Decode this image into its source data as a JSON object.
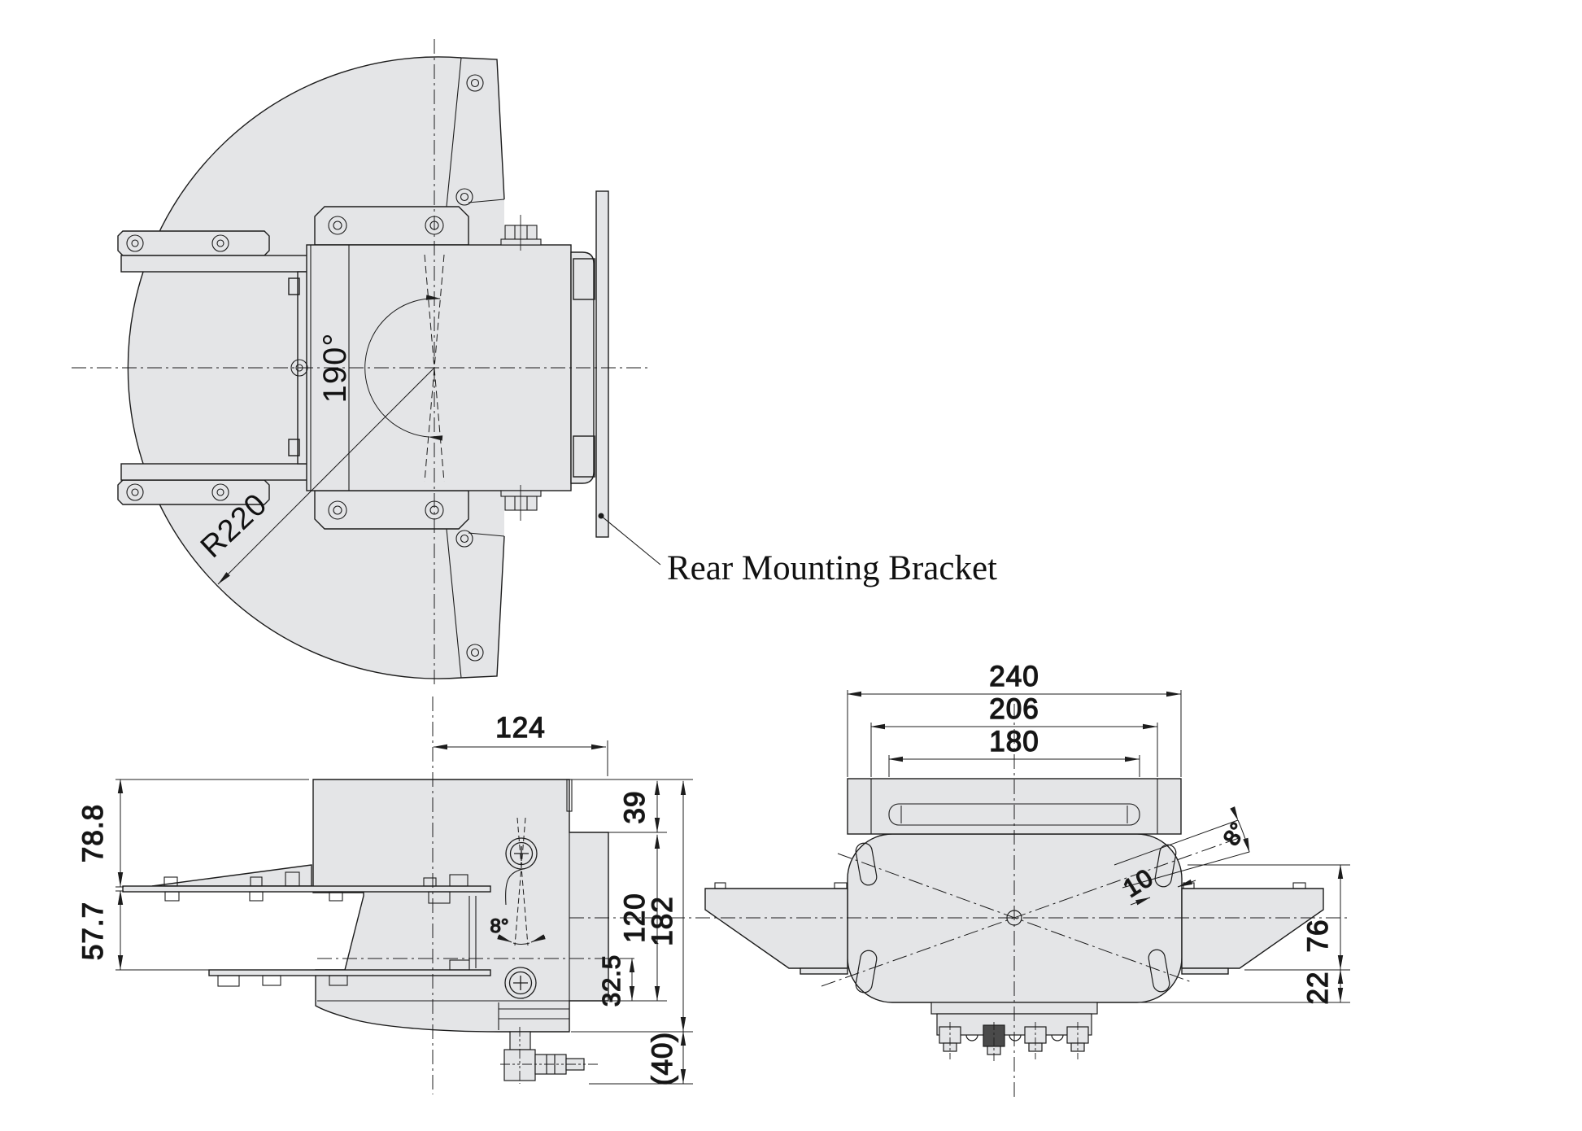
{
  "drawing": {
    "background": "#ffffff",
    "part_fill": "#e4e5e7",
    "line_color": "#1c1c1c",
    "views": {
      "top_view": {
        "pan_range_label": "190°",
        "sweep_radius_label": "R220"
      },
      "side_view": {
        "width_to_axis": "124",
        "top_offset": "39",
        "body_height": "120",
        "total_height": "182",
        "axis_to_base": "32.5",
        "connector_allowance": "(40)",
        "upper_half": "78.8",
        "fork_gap": "57.7",
        "tilt_range": "8°"
      },
      "bottom_view": {
        "bracket_width": "240",
        "inner_width": "206",
        "lid_width": "180",
        "slot_width": "10",
        "wing_depth": "76",
        "base_offset": "22",
        "slot_angle": "8°"
      }
    },
    "labels": {
      "rear_mounting_bracket": "Rear Mounting Bracket"
    }
  }
}
